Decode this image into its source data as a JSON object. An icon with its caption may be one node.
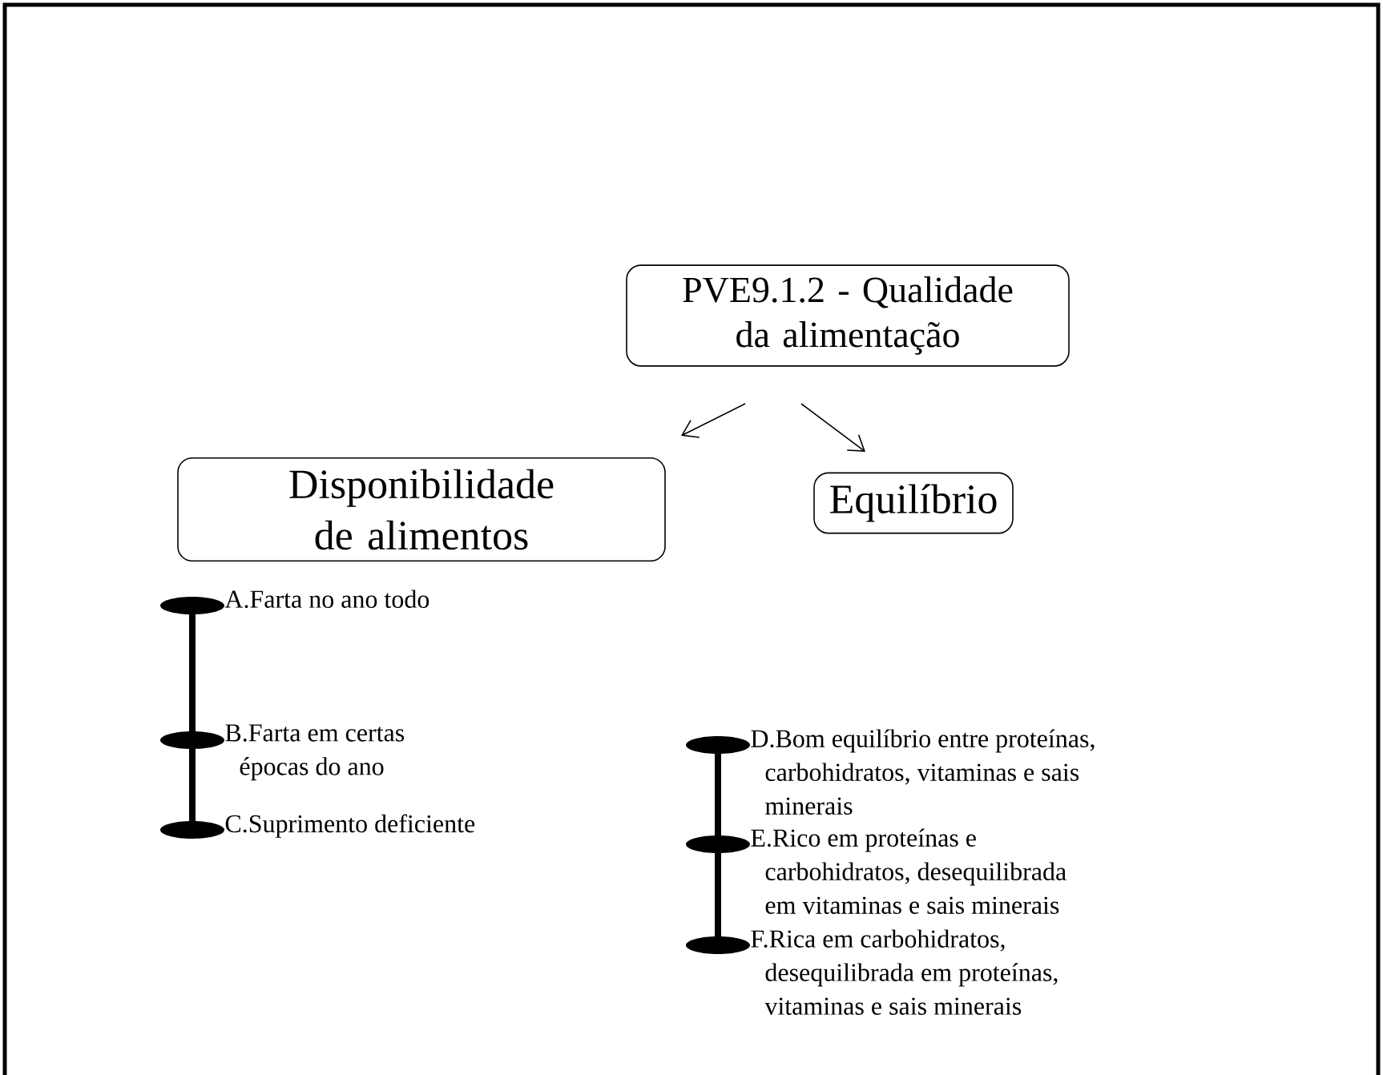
{
  "diagram": {
    "nodes": [
      {
        "text": [
          "PVE9.1.2 - Qualidade da alimentação"
        ]
      },
      {
        "text": [
          "Disponibilidade de alimentos"
        ]
      },
      {
        "text": [
          "Equilíbrio"
        ]
      }
    ],
    "edges": [
      {
        "from": 0,
        "to": 1,
        "arrow": "to"
      },
      {
        "from": 0,
        "to": 2,
        "arrow": "to"
      }
    ],
    "labels": [
      "A.Farta no ano todo",
      "B.Farta em certas épocas do ano",
      "C.Suprimento deficiente",
      "D.Bom equilíbrio entre proteínas, carbohidratos, vitaminas e sais minerais",
      "E.Rico em proteínas e carbohidratos, desequilibrada em vitaminas e sais minerais",
      "F.Rica em carbohidratos, desequilibrada em proteínas, vitaminas e sais minerais"
    ]
  }
}
